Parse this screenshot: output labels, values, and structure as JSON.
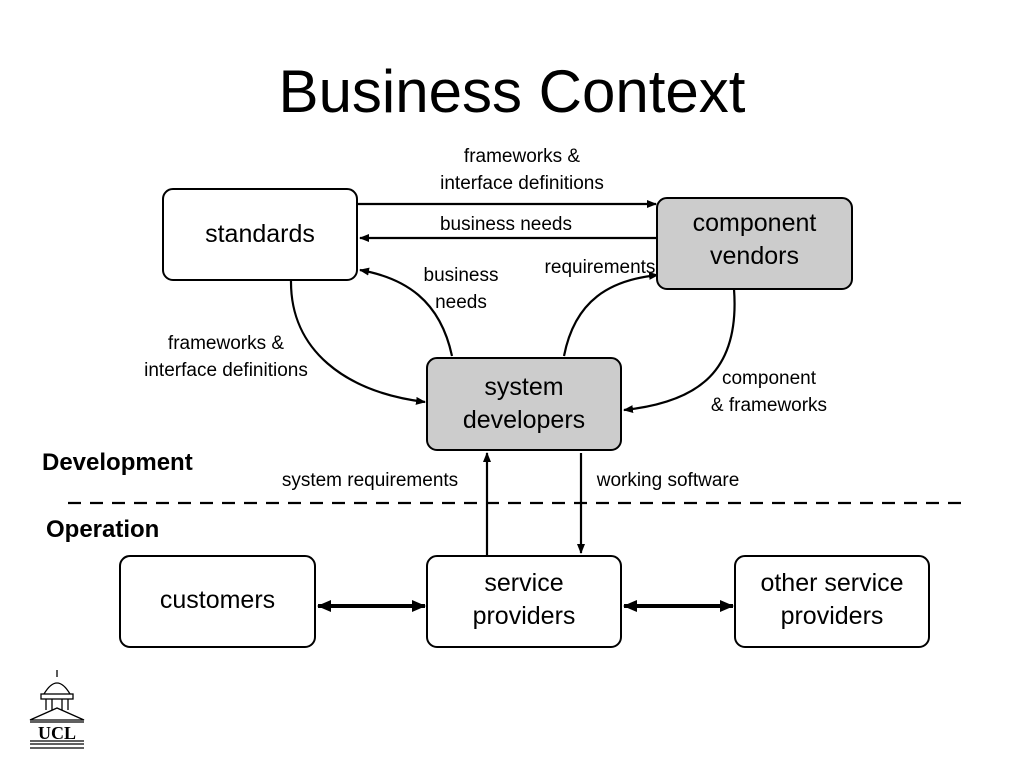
{
  "title": "Business Context",
  "nodes": {
    "standards": [
      "standards"
    ],
    "component_vendors": [
      "component",
      "vendors"
    ],
    "system_developers": [
      "system",
      "developers"
    ],
    "customers": [
      "customers"
    ],
    "service_providers": [
      "service",
      "providers"
    ],
    "other_service_providers": [
      "other service",
      "providers"
    ]
  },
  "edges": {
    "frameworks_top": [
      "frameworks &",
      "interface definitions"
    ],
    "business_needs_top": [
      "business needs"
    ],
    "business_needs_mid": [
      "business",
      "needs"
    ],
    "requirements": [
      "requirements"
    ],
    "frameworks_left": [
      "frameworks &",
      "interface definitions"
    ],
    "component_frameworks": [
      "component",
      "& frameworks"
    ],
    "system_requirements": [
      "system requirements"
    ],
    "working_software": [
      "working software"
    ]
  },
  "sections": {
    "development": "Development",
    "operation": "Operation"
  },
  "logo": {
    "text": "UCL"
  },
  "colors": {
    "shaded_box": "#cccccc",
    "line": "#000000"
  }
}
